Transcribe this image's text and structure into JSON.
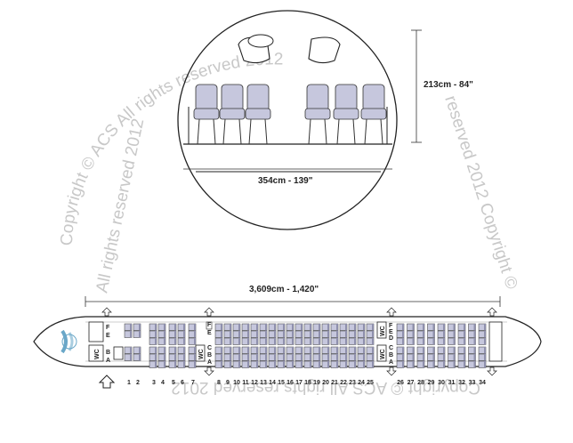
{
  "watermark": {
    "top_text": "Copyright © ACS All rights reserved 2012",
    "left_text": "All rights reserved 2012",
    "right_text": "reserved 2012 Copyright ©",
    "bottom_text": "Copyright © ACS All rights reserved 2012"
  },
  "cross_section": {
    "height_label": "213cm - 84\"",
    "width_label": "354cm - 139\""
  },
  "cabin": {
    "length_label": "3,609cm - 1,420\""
  },
  "galley_labels": {
    "wc_front": "WC",
    "wc_mid": "WC",
    "wc_rear_top": "WC",
    "wc_rear_bottom": "WC"
  },
  "seat_letters": {
    "fwd_upper": [
      "F",
      "E"
    ],
    "fwd_lower": [
      "B",
      "A"
    ],
    "mid_upper": [
      "F",
      "E"
    ],
    "mid_lower": [
      "C",
      "B",
      "A"
    ],
    "rear_upper": [
      "F",
      "E",
      "D"
    ],
    "rear_lower": [
      "C",
      "B",
      "A"
    ]
  },
  "row_numbers": [
    "1",
    "2",
    "3",
    "4",
    "5",
    "6",
    "7",
    "8",
    "9",
    "10",
    "11",
    "12",
    "13",
    "14",
    "15",
    "16",
    "17",
    "18",
    "19",
    "20",
    "21",
    "22",
    "23",
    "24",
    "25",
    "26",
    "27",
    "28",
    "29",
    "30",
    "31",
    "32",
    "33",
    "34"
  ]
}
